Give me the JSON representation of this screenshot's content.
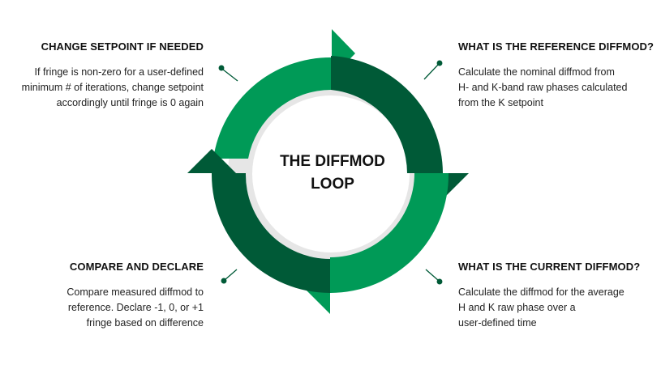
{
  "center_title": {
    "line1": "THE DIFFMOD",
    "line2": "LOOP"
  },
  "steps": {
    "top_left": {
      "heading": "CHANGE SETPOINT IF NEEDED",
      "lines": [
        "If fringe is non-zero for a user-defined",
        "minimum # of iterations, change setpoint",
        "accordingly until fringe is 0 again"
      ]
    },
    "top_right": {
      "heading": "WHAT IS THE REFERENCE DIFFMOD?",
      "lines": [
        "Calculate the nominal diffmod from",
        "H- and K-band raw phases calculated",
        "from the K setpoint"
      ]
    },
    "bottom_right": {
      "heading": "WHAT IS THE CURRENT DIFFMOD?",
      "lines": [
        "Calculate the diffmod for the average",
        "H and K raw phase over a",
        "user-defined time"
      ]
    },
    "bottom_left": {
      "heading": "COMPARE AND DECLARE",
      "lines": [
        "Compare measured diffmod to",
        "reference. Declare -1, 0, or +1",
        "fringe based on difference"
      ]
    }
  },
  "colors": {
    "green_light": "#009a57",
    "green_dark": "#005a37",
    "inner_ring": "#e6e6e6",
    "text": "#111111"
  }
}
